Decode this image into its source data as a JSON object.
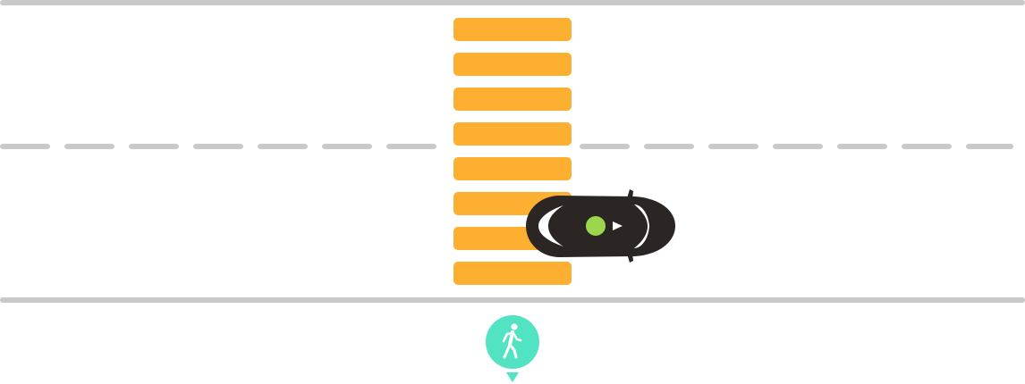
{
  "colors": {
    "background": "#ffffff",
    "road_edge": "#c9c9c9",
    "lane_dash": "#c9c9c9",
    "crosswalk_stripe": "#fdaf32",
    "car_body": "#2b2624",
    "car_window": "#ffffff",
    "car_roof_dot": "#9bd64d",
    "car_arrow": "#ffffff",
    "pedestrian_marker": "#52e3c2",
    "pedestrian_icon": "#ffffff"
  },
  "icons": {
    "car": "car-top-view-icon",
    "pedestrian": "walking-person-icon",
    "direction": "right-arrow-icon"
  },
  "scene": {
    "crosswalk_stripe_count": 8,
    "car_heading": "right",
    "pedestrian_marker_points": "up"
  }
}
